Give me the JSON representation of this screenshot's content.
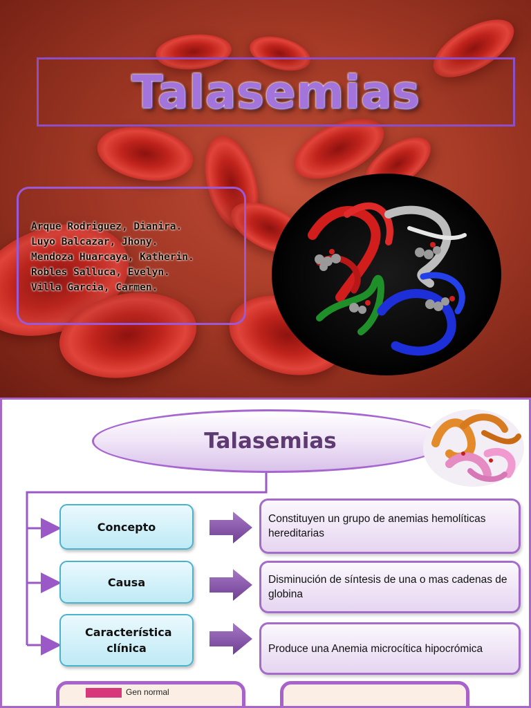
{
  "slide1": {
    "title": "Talasemias",
    "authors": [
      "Arque Rodriguez, Dianira.",
      "Luyo Balcazar, Jhony.",
      "Mendoza Huarcaya, Katherin.",
      "Robles Salluca, Evelyn.",
      "Villa Garcia, Carmen."
    ]
  },
  "slide2": {
    "title": "Talasemias",
    "rows": [
      {
        "label": "Concepto",
        "description": "Constituyen un grupo de anemias hemolíticas hereditarias"
      },
      {
        "label": "Causa",
        "description": "Disminución de síntesis de una o mas cadenas de globina"
      },
      {
        "label": "Característica clínica",
        "description": "Produce una Anemia microcítica hipocrómica"
      }
    ],
    "bottom_chart_label": "Gen normal"
  },
  "colors": {
    "accent_purple": "#a766cf",
    "box_cyan": "#4ab3cc",
    "title_purple": "#a274dc"
  }
}
